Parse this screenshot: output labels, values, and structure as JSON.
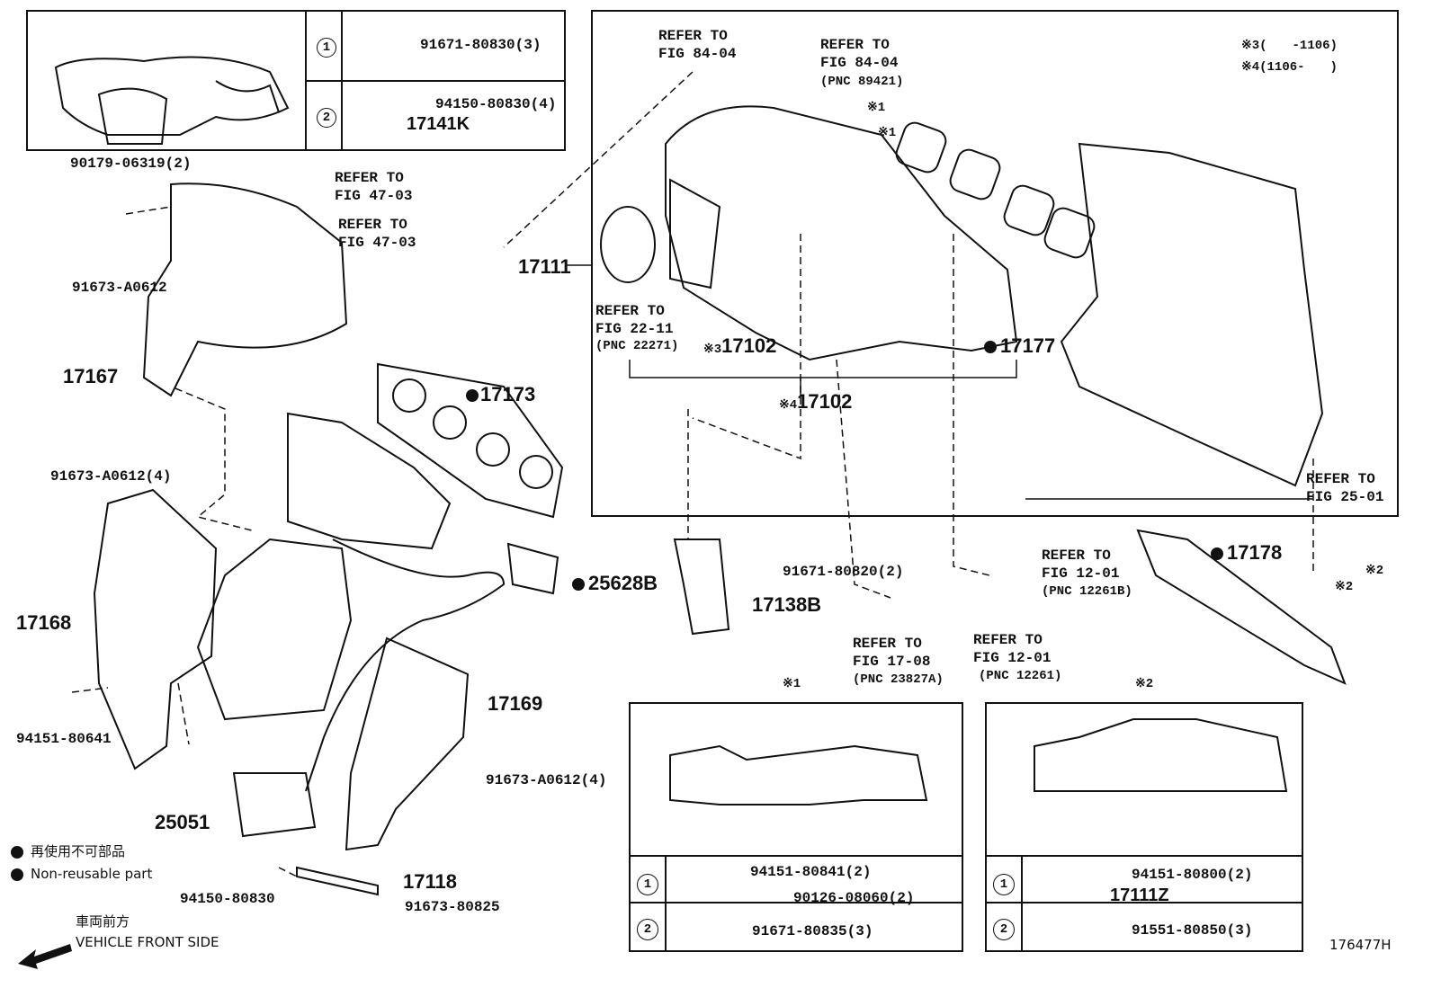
{
  "figure_id": "176477H",
  "legend": {
    "jp": "再使用不可部品",
    "en": "Non-reusable part"
  },
  "front": {
    "jp": "車両前方",
    "en": "VEHICLE FRONT SIDE"
  },
  "notes": {
    "n3": "※3(　　-1106)",
    "n4": "※4(1106-　　)"
  },
  "top_left_key": {
    "row1_part": "91671-80830(3)",
    "row2_part": "94150-80830(4)",
    "row2_sub": "17141K"
  },
  "refs": {
    "fig8404a_1": "REFER TO",
    "fig8404a_2": "FIG 84-04",
    "fig8404b_1": "REFER TO",
    "fig8404b_2": "FIG 84-04",
    "fig8404b_3": "(PNC 89421)",
    "fig4703a_1": "REFER TO",
    "fig4703a_2": "FIG 47-03",
    "fig4703b_1": "REFER TO",
    "fig4703b_2": "FIG 47-03",
    "fig2211_1": "REFER TO",
    "fig2211_2": "FIG 22-11",
    "fig2211_3": "(PNC 22271)",
    "fig2501_1": "REFER TO",
    "fig2501_2": "FIG 25-01",
    "fig1201a_1": "REFER TO",
    "fig1201a_2": "FIG 12-01",
    "fig1201a_3": "(PNC 12261B)",
    "fig1201b_1": "REFER TO",
    "fig1201b_2": "FIG 12-01",
    "fig1201b_3": "(PNC 12261)",
    "fig1708_1": "REFER TO",
    "fig1708_2": "FIG 17-08",
    "fig1708_3": "(PNC 23827A)"
  },
  "parts": {
    "p90179": "90179-06319(2)",
    "p91673a": "91673-A0612",
    "p17167": "17167",
    "p91673b": "91673-A0612(4)",
    "p17168": "17168",
    "p94151_641": "94151-80641",
    "p25051": "25051",
    "p17118": "17118",
    "p94150": "94150-80830",
    "p91673_825": "91673-80825",
    "p91673c": "91673-A0612(4)",
    "p17169": "17169",
    "p17173": "17173",
    "p25628B": "25628B",
    "p91671_820": "91671-80820(2)",
    "p17138B": "17138B",
    "p17111": "17111",
    "p17102a": "17102",
    "p17102a_mark": "※3",
    "p17102b": "17102",
    "p17102b_mark": "※4",
    "p17177": "17177",
    "p17178": "17178",
    "x1a": "※1",
    "x1b": "※1",
    "x2a": "※2",
    "x2b": "※2"
  },
  "detail1": {
    "title": "※1",
    "row1_a": "94151-80841(2)",
    "row1_b": "90126-08060(2)",
    "row2": "91671-80835(3)"
  },
  "detail2": {
    "title": "※2",
    "row1_a": "94151-80800(2)",
    "row1_b": "17111Z",
    "row2": "91551-80850(3)"
  },
  "circle_labels": {
    "one": "1",
    "two": "2"
  }
}
